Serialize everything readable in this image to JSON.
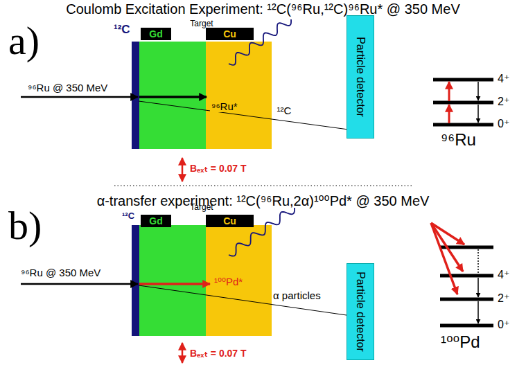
{
  "diagram": {
    "nodes": [
      {
        "text": [
          "Target"
        ]
      },
      {
        "text": [
          "Gd"
        ]
      },
      {
        "text": [
          "Cu"
        ]
      },
      {
        "text": [
          "Particle detector"
        ]
      },
      {
        "text": [
          "Target"
        ]
      },
      {
        "text": [
          "Gd"
        ]
      },
      {
        "text": [
          "Cu"
        ]
      },
      {
        "text": [
          "Particle detector"
        ]
      }
    ],
    "edges": [
      {
        "from": 0,
        "to": 3,
        "arrow": "none",
        "label": "¹²C"
      },
      {
        "from": 4,
        "to": 7,
        "arrow": "none",
        "label": "α particles"
      }
    ],
    "labels": [
      "Coulomb Excitation Experiment: ¹²C(⁹⁶Ru,¹²C)⁹⁶Ru* @ 350 MeV",
      "a)",
      "¹²C",
      "⁹⁶Ru @ 350 MeV",
      "⁹⁶Ru*",
      "Bₑₓₜ = 0.07 T",
      "4⁺",
      "2⁺",
      "0⁺",
      "⁹⁶Ru",
      "α-transfer experiment: ¹²C(⁹⁶Ru,2α)¹⁰⁰Pd* @ 350 MeV",
      "b)",
      "¹²C",
      "⁹⁶Ru @ 350 MeV",
      "¹⁰⁰Pd*",
      "Bₑₓₜ = 0.07 T",
      "4⁺",
      "2⁺",
      "0⁺",
      "¹⁰⁰Pd"
    ]
  }
}
